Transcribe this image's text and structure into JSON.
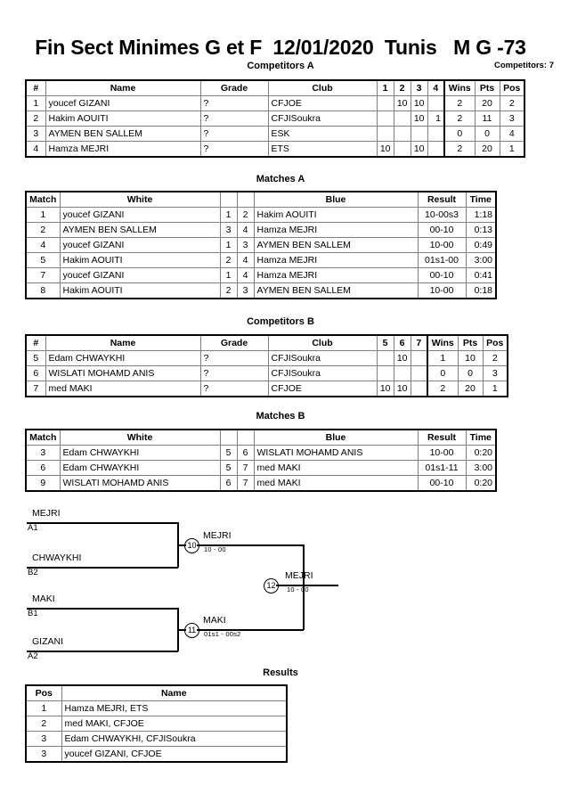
{
  "header": {
    "title": "Fin Sect Minimes G et F  12/01/2020  Tunis   M G -73",
    "competitors_label": "Competitors: 7"
  },
  "sections": {
    "competitors_a": "Competitors A",
    "matches_a": "Matches A",
    "competitors_b": "Competitors B",
    "matches_b": "Matches B",
    "results": "Results"
  },
  "competitors_a": {
    "columns": [
      "#",
      "Name",
      "Grade",
      "Club",
      "1",
      "2",
      "3",
      "4",
      "Wins",
      "Pts",
      "Pos"
    ],
    "rows": [
      {
        "num": "1",
        "name": "youcef GIZANI",
        "grade": "?",
        "club": "CFJOE",
        "m1": "",
        "m2": "10",
        "m3": "10",
        "m4": "",
        "wins": "2",
        "pts": "20",
        "pos": "2"
      },
      {
        "num": "2",
        "name": "Hakim AOUITI",
        "grade": "?",
        "club": "CFJISoukra",
        "m1": "",
        "m2": "",
        "m3": "10",
        "m4": "1",
        "wins": "2",
        "pts": "11",
        "pos": "3"
      },
      {
        "num": "3",
        "name": "AYMEN BEN SALLEM",
        "grade": "?",
        "club": "ESK",
        "m1": "",
        "m2": "",
        "m3": "",
        "m4": "",
        "wins": "0",
        "pts": "0",
        "pos": "4"
      },
      {
        "num": "4",
        "name": "Hamza MEJRI",
        "grade": "?",
        "club": "ETS",
        "m1": "10",
        "m2": "",
        "m3": "10",
        "m4": "",
        "wins": "2",
        "pts": "20",
        "pos": "1"
      }
    ]
  },
  "matches_a": {
    "columns": [
      "Match",
      "White",
      "",
      "",
      "Blue",
      "Result",
      "Time"
    ],
    "rows": [
      {
        "match": "1",
        "white": "youcef GIZANI",
        "wn": "1",
        "bn": "2",
        "blue": "Hakim AOUITI",
        "result": "10-00s3",
        "time": "1:18"
      },
      {
        "match": "2",
        "white": "AYMEN BEN SALLEM",
        "wn": "3",
        "bn": "4",
        "blue": "Hamza MEJRI",
        "result": "00-10",
        "time": "0:13"
      },
      {
        "match": "4",
        "white": "youcef GIZANI",
        "wn": "1",
        "bn": "3",
        "blue": "AYMEN BEN SALLEM",
        "result": "10-00",
        "time": "0:49"
      },
      {
        "match": "5",
        "white": "Hakim AOUITI",
        "wn": "2",
        "bn": "4",
        "blue": "Hamza MEJRI",
        "result": "01s1-00",
        "time": "3:00"
      },
      {
        "match": "7",
        "white": "youcef GIZANI",
        "wn": "1",
        "bn": "4",
        "blue": "Hamza MEJRI",
        "result": "00-10",
        "time": "0:41"
      },
      {
        "match": "8",
        "white": "Hakim AOUITI",
        "wn": "2",
        "bn": "3",
        "blue": "AYMEN BEN SALLEM",
        "result": "10-00",
        "time": "0:18"
      }
    ]
  },
  "competitors_b": {
    "columns": [
      "#",
      "Name",
      "Grade",
      "Club",
      "5",
      "6",
      "7",
      "Wins",
      "Pts",
      "Pos"
    ],
    "rows": [
      {
        "num": "5",
        "name": "Edam CHWAYKHI",
        "grade": "?",
        "club": "CFJISoukra",
        "m5": "",
        "m6": "10",
        "m7": "",
        "wins": "1",
        "pts": "10",
        "pos": "2"
      },
      {
        "num": "6",
        "name": "WISLATI MOHAMD ANIS",
        "grade": "?",
        "club": "CFJISoukra",
        "m5": "",
        "m6": "",
        "m7": "",
        "wins": "0",
        "pts": "0",
        "pos": "3"
      },
      {
        "num": "7",
        "name": "med MAKI",
        "grade": "?",
        "club": "CFJOE",
        "m5": "10",
        "m6": "10",
        "m7": "",
        "wins": "2",
        "pts": "20",
        "pos": "1"
      }
    ]
  },
  "matches_b": {
    "columns": [
      "Match",
      "White",
      "",
      "",
      "Blue",
      "Result",
      "Time"
    ],
    "rows": [
      {
        "match": "3",
        "white": "Edam CHWAYKHI",
        "wn": "5",
        "bn": "6",
        "blue": "WISLATI MOHAMD ANIS",
        "result": "10-00",
        "time": "0:20"
      },
      {
        "match": "6",
        "white": "Edam CHWAYKHI",
        "wn": "5",
        "bn": "7",
        "blue": "med MAKI",
        "result": "01s1-11",
        "time": "3:00"
      },
      {
        "match": "9",
        "white": "WISLATI MOHAMD ANIS",
        "wn": "6",
        "bn": "7",
        "blue": "med MAKI",
        "result": "00-10",
        "time": "0:20"
      }
    ]
  },
  "bracket": {
    "entries": [
      {
        "name": "MEJRI",
        "seed": "A1"
      },
      {
        "name": "CHWAYKHI",
        "seed": "B2"
      },
      {
        "name": "MAKI",
        "seed": "B1"
      },
      {
        "name": "GIZANI",
        "seed": "A2"
      }
    ],
    "semifinal_top": {
      "num": "10",
      "winner": "MEJRI",
      "score": "10 - 00"
    },
    "semifinal_bottom": {
      "num": "11",
      "winner": "MAKI",
      "score": "01s1 - 00s2"
    },
    "final": {
      "num": "12",
      "winner": "MEJRI",
      "score": "10 - 00"
    }
  },
  "results": {
    "columns": [
      "Pos",
      "Name"
    ],
    "rows": [
      {
        "pos": "1",
        "name": "Hamza MEJRI, ETS"
      },
      {
        "pos": "2",
        "name": "med MAKI, CFJOE"
      },
      {
        "pos": "3",
        "name": "Edam CHWAYKHI, CFJISoukra"
      },
      {
        "pos": "3",
        "name": "youcef GIZANI, CFJOE"
      }
    ]
  }
}
